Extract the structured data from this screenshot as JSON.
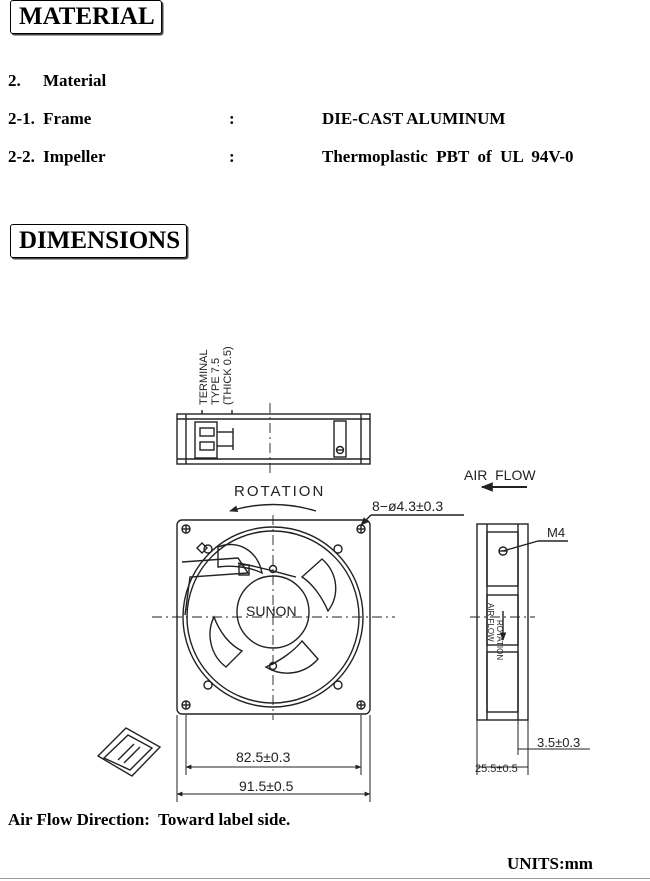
{
  "sections": {
    "material_heading": "MATERIAL",
    "dimensions_heading": "DIMENSIONS"
  },
  "material": {
    "title_num": "2.",
    "title": "Material",
    "rows": [
      {
        "num": "2-1.",
        "label": "Frame",
        "colon": ":",
        "value": "DIE-CAST ALUMINUM"
      },
      {
        "num": "2-2.",
        "label": "Impeller",
        "colon": ":",
        "value": "Thermoplastic  PBT  of  UL  94V-0"
      }
    ]
  },
  "drawing": {
    "terminal_label": [
      "TERMINAL",
      "TYPE 7.5",
      "(THICK 0.5)"
    ],
    "rotation_label": "ROTATION",
    "hole_label": "8−ø4.3±0.3",
    "brand_label": "SUNON",
    "air_flow_label": "AIR  FLOW",
    "m4_label": "M4",
    "side_air_flow": "AIR FLOW",
    "side_rotation": "ROTATION",
    "dim_inner": "82.5±0.3",
    "dim_outer": "91.5±0.5",
    "dim_flange": "3.5±0.3",
    "dim_depth": "25.5±0.5"
  },
  "footer": {
    "air_flow_direction": "Air Flow Direction:  Toward label side.",
    "units": "UNITS:mm"
  }
}
